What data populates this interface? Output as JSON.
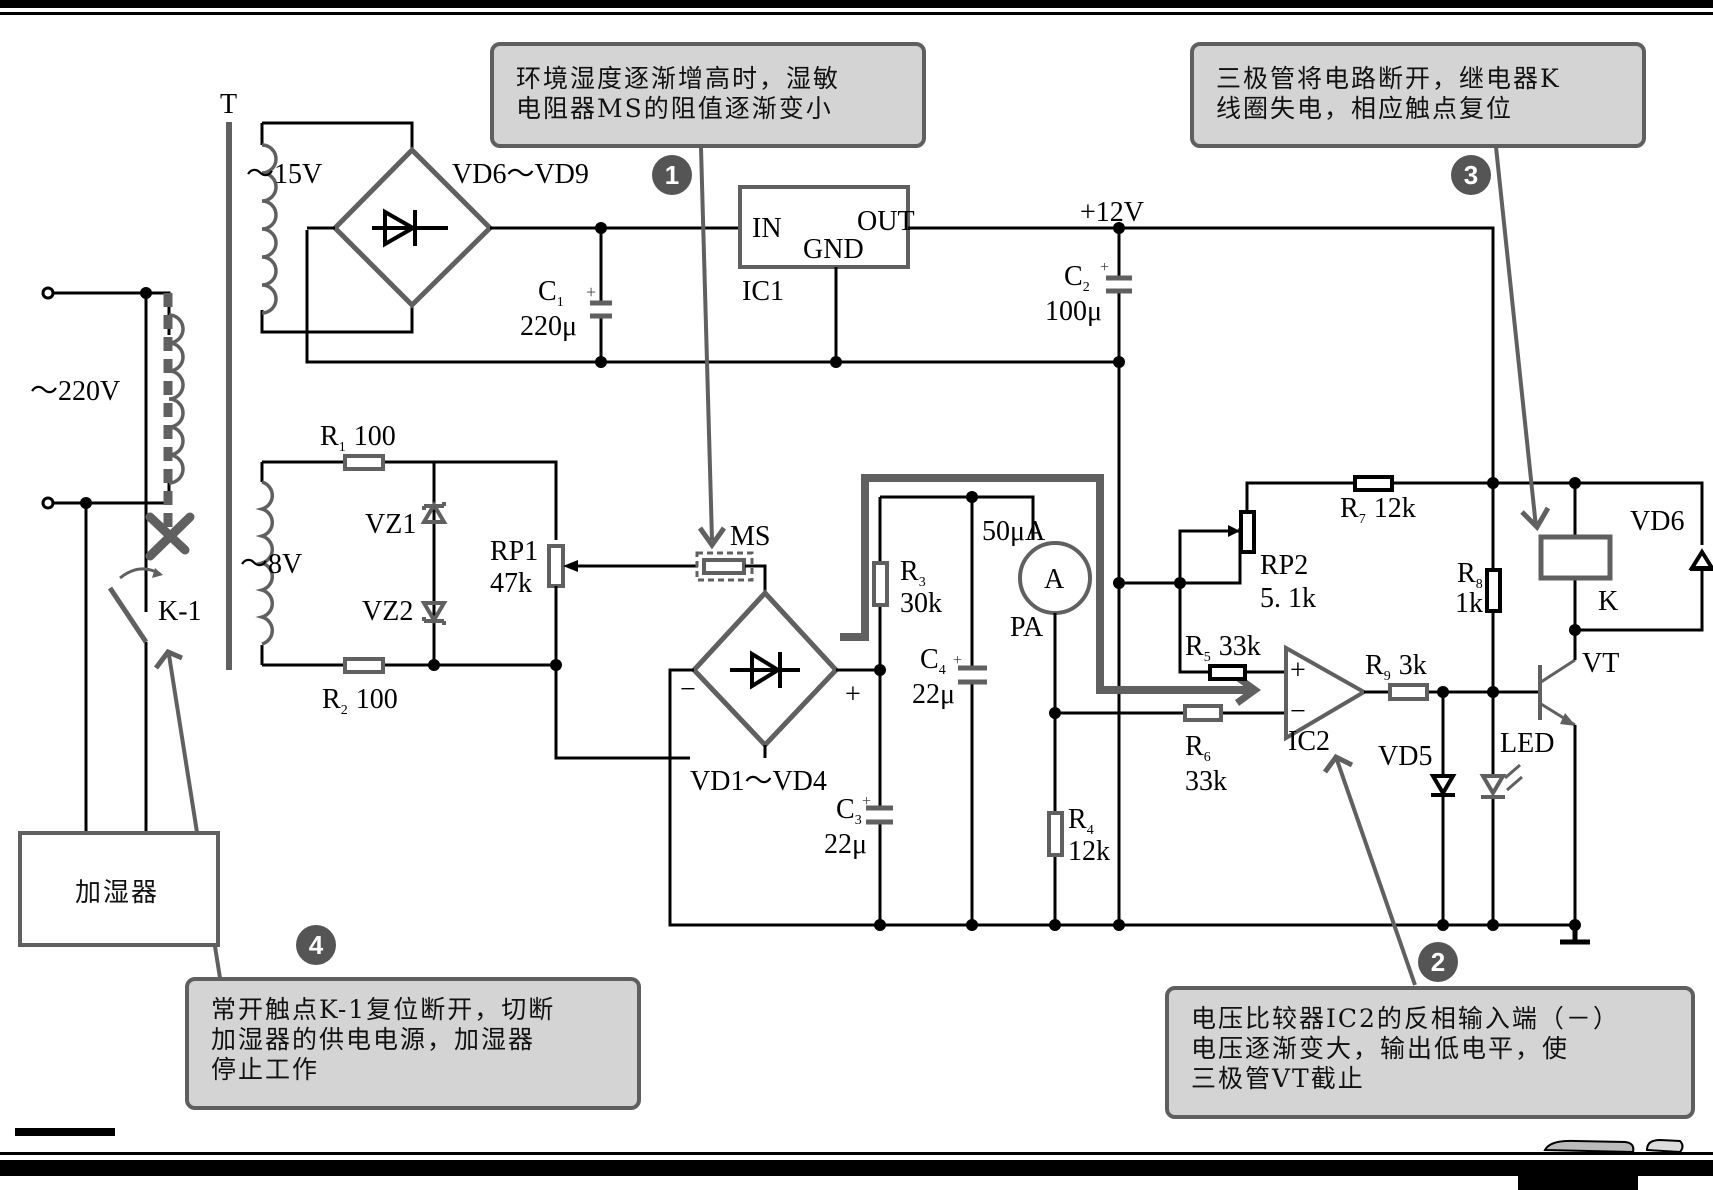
{
  "diagram": {
    "title": "湿度控制电路（加湿器自动控制）",
    "colors": {
      "wire": "#000000",
      "component": "#606060",
      "callout_bg": "#d4d4d4",
      "callout_border": "#5f5f5f",
      "badge": "#555555"
    },
    "labels": {
      "transformer": "T",
      "mains": "～220V",
      "secondary_15v": "～15V",
      "secondary_8v": "～8V",
      "bridge_top": "VD6～VD9",
      "bridge_bottom": "VD1～VD4",
      "c1_name": "C",
      "c1_sub": "1",
      "c1_value": "220μ",
      "ic1_in": "IN",
      "ic1_gnd": "GND",
      "ic1_out": "OUT",
      "ic1_name": "IC1",
      "vcc": "+12V",
      "c2_name": "C",
      "c2_sub": "2",
      "c2_value": "100μ",
      "r1_name": "R",
      "r1_sub": "1",
      "r1_value": "100",
      "r2_name": "R",
      "r2_sub": "2",
      "r2_value": "100",
      "vz1": "VZ1",
      "vz2": "VZ2",
      "rp1_name": "RP1",
      "rp1_value": "47k",
      "ms": "MS",
      "r3_name": "R",
      "r3_sub": "3",
      "r3_value": "30k",
      "c4_name": "C",
      "c4_sub": "4",
      "c4_value": "22μ",
      "c3_name": "C",
      "c3_sub": "3",
      "c3_value": "22μ",
      "meter_range": "50μA",
      "meter_symbol": "A",
      "meter_name": "PA",
      "r4_name": "R",
      "r4_sub": "4",
      "r4_value": "12k",
      "r7_name": "R",
      "r7_sub": "7",
      "r7_value": "12k",
      "rp2_name": "RP2",
      "rp2_value": "5. 1k",
      "r5_name": "R",
      "r5_sub": "5",
      "r5_value": "33k",
      "r6_name": "R",
      "r6_sub": "6",
      "r6_value": "33k",
      "ic2_name": "IC2",
      "ic2_plus": "+",
      "ic2_minus": "−",
      "r9_name": "R",
      "r9_sub": "9",
      "r9_value": "3k",
      "r8_name": "R",
      "r8_sub": "8",
      "r8_value": "1k",
      "vd5": "VD5",
      "led": "LED",
      "relay": "K",
      "vd6": "VD6",
      "transistor": "VT",
      "switch": "K-1",
      "bridge_minus": "−",
      "bridge_plus": "+",
      "humidifier": "加湿器"
    },
    "callouts": [
      {
        "number": "1",
        "text": "环境湿度逐渐增高时，湿敏\n电阻器MS的阻值逐渐变小"
      },
      {
        "number": "2",
        "text": "电压比较器IC2的反相输入端（－）\n电压逐渐变大，输出低电平，使\n三极管VT截止"
      },
      {
        "number": "3",
        "text": "三极管将电路断开，继电器K\n线圈失电，相应触点复位"
      },
      {
        "number": "4",
        "text": "常开触点K-1复位断开，切断\n加湿器的供电电源，加湿器\n停止工作"
      }
    ]
  }
}
